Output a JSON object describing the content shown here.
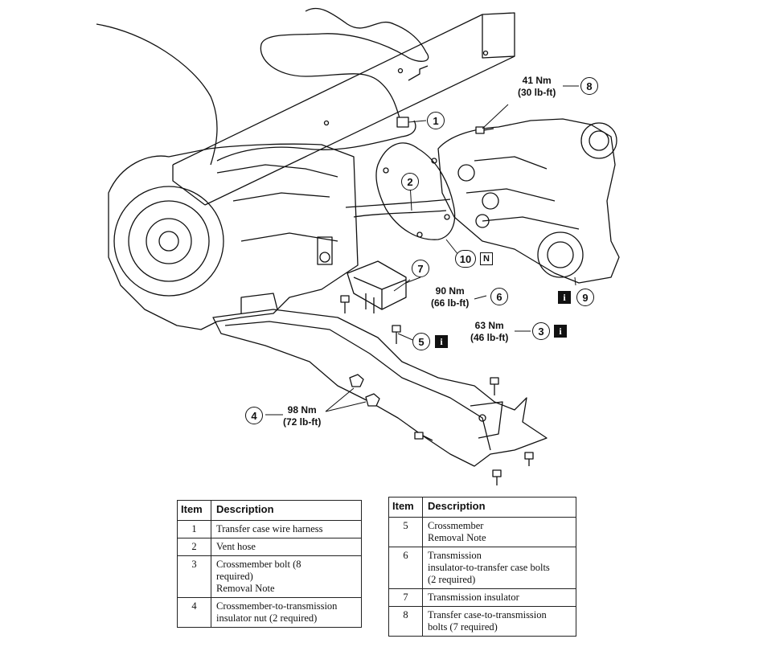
{
  "callouts": [
    "1",
    "2",
    "3",
    "4",
    "5",
    "6",
    "7",
    "8",
    "9",
    "10"
  ],
  "torques": {
    "t41": {
      "nm": "41 Nm",
      "lbft": "(30 lb-ft)"
    },
    "t90": {
      "nm": "90 Nm",
      "lbft": "(66 lb-ft)"
    },
    "t63": {
      "nm": "63 Nm",
      "lbft": "(46 lb-ft)"
    },
    "t98": {
      "nm": "98 Nm",
      "lbft": "(72 lb-ft)"
    }
  },
  "badges": {
    "info": "i",
    "new": "N"
  },
  "table_left": {
    "headers": [
      "Item",
      "Description"
    ],
    "rows": [
      {
        "item": "1",
        "desc": "Transfer case wire harness"
      },
      {
        "item": "2",
        "desc": "Vent hose"
      },
      {
        "item": "3",
        "desc": "Crossmember bolt (8\nrequired)\nRemoval Note"
      },
      {
        "item": "4",
        "desc": "Crossmember-to-transmission\ninsulator nut (2 required)"
      }
    ]
  },
  "table_right": {
    "headers": [
      "Item",
      "Description"
    ],
    "rows": [
      {
        "item": "5",
        "desc": "Crossmember\nRemoval Note"
      },
      {
        "item": "6",
        "desc": "Transmission\ninsulator-to-transfer case bolts\n(2 required)"
      },
      {
        "item": "7",
        "desc": "Transmission insulator"
      },
      {
        "item": "8",
        "desc": "Transfer case-to-transmission\nbolts (7 required)"
      }
    ]
  }
}
